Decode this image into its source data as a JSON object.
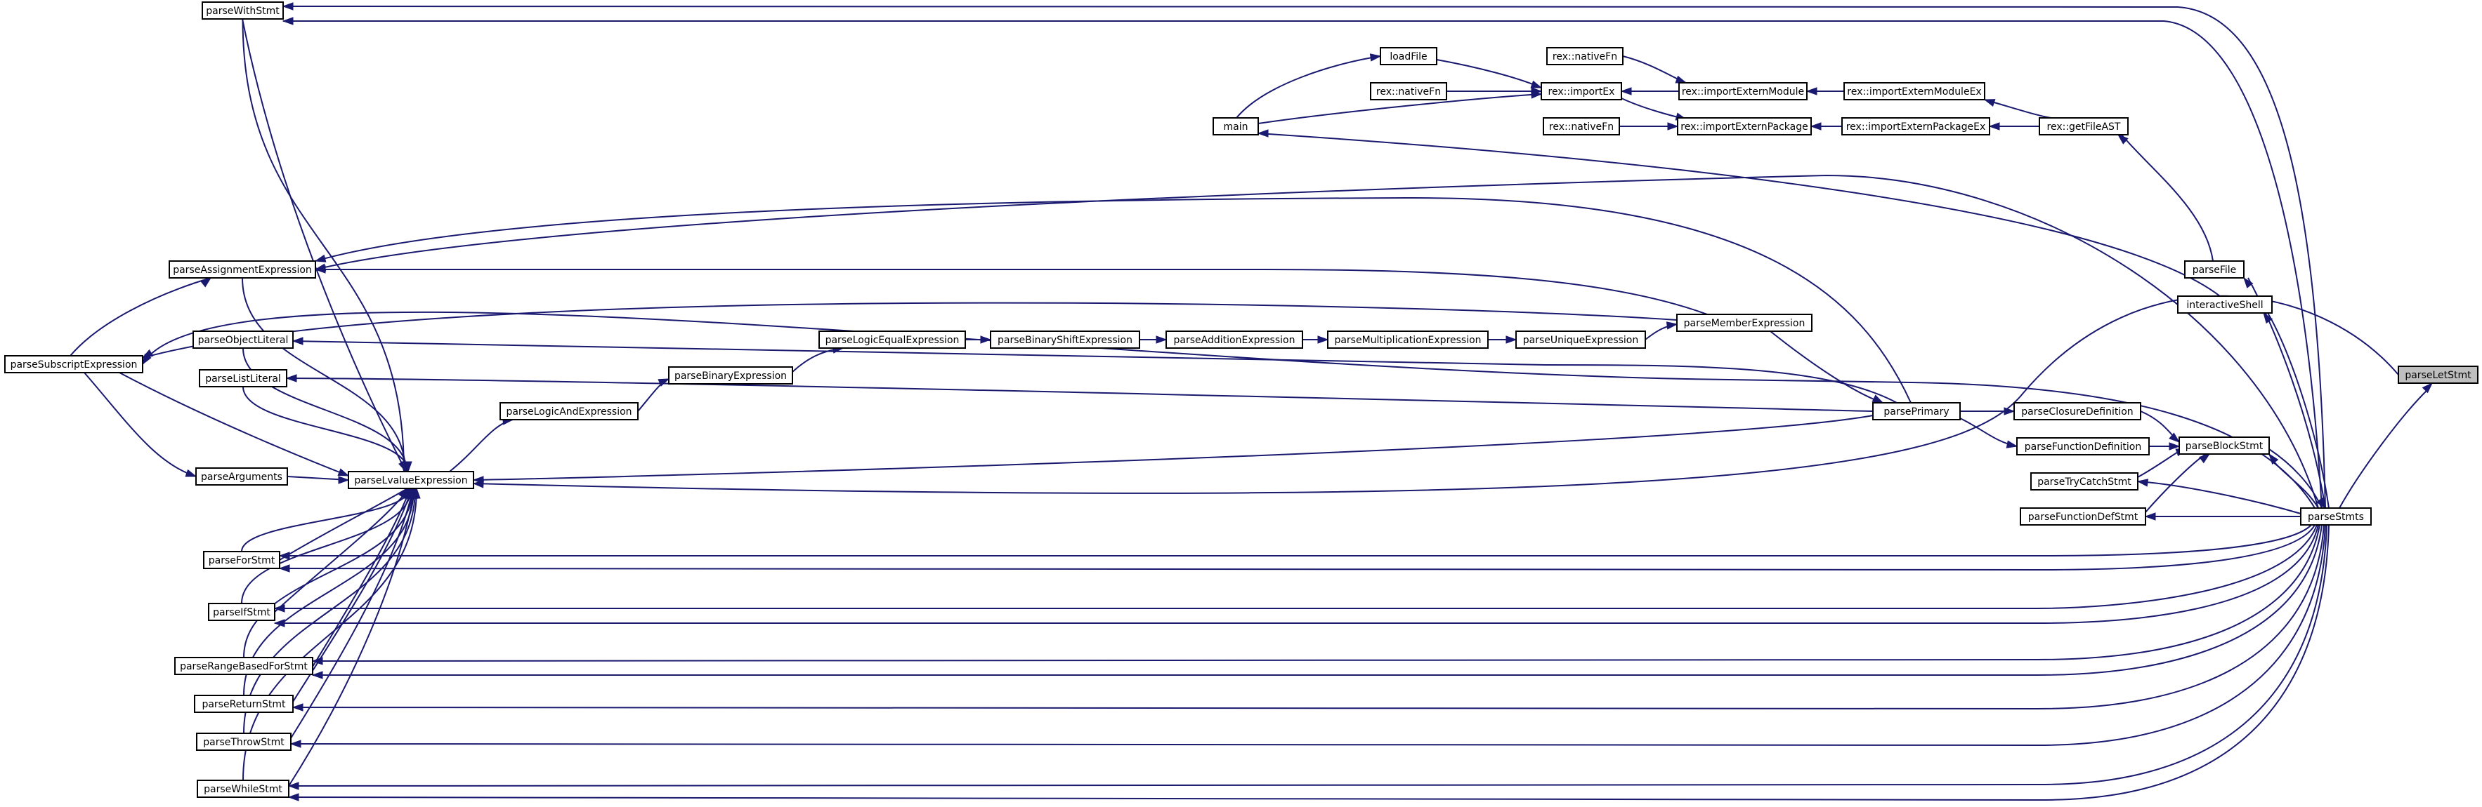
{
  "diagram": {
    "nodes": [
      {
        "id": "parseWithStmt",
        "label": "parseWithStmt"
      },
      {
        "id": "loadFile",
        "label": "loadFile"
      },
      {
        "id": "nativeFn1",
        "label": "rex::nativeFn"
      },
      {
        "id": "nativeFn2",
        "label": "rex::nativeFn"
      },
      {
        "id": "nativeFn3",
        "label": "rex::nativeFn"
      },
      {
        "id": "importEx",
        "label": "rex::importEx"
      },
      {
        "id": "importExternModule",
        "label": "rex::importExternModule"
      },
      {
        "id": "importExternModuleEx",
        "label": "rex::importExternModuleEx"
      },
      {
        "id": "importExternPackage",
        "label": "rex::importExternPackage"
      },
      {
        "id": "importExternPackageEx",
        "label": "rex::importExternPackageEx"
      },
      {
        "id": "getFileAST",
        "label": "rex::getFileAST"
      },
      {
        "id": "main",
        "label": "main"
      },
      {
        "id": "parseFile",
        "label": "parseFile"
      },
      {
        "id": "interactiveShell",
        "label": "interactiveShell"
      },
      {
        "id": "parseAssignmentExpression",
        "label": "parseAssignmentExpression"
      },
      {
        "id": "parseSubscriptExpression",
        "label": "parseSubscriptExpression"
      },
      {
        "id": "parseObjectLiteral",
        "label": "parseObjectLiteral"
      },
      {
        "id": "parseListLiteral",
        "label": "parseListLiteral"
      },
      {
        "id": "parseArguments",
        "label": "parseArguments"
      },
      {
        "id": "parseLvalueExpression",
        "label": "parseLvalueExpression"
      },
      {
        "id": "parseLogicAndExpression",
        "label": "parseLogicAndExpression"
      },
      {
        "id": "parseBinaryExpression",
        "label": "parseBinaryExpression"
      },
      {
        "id": "parseLogicEqualExpression",
        "label": "parseLogicEqualExpression"
      },
      {
        "id": "parseBinaryShiftExpression",
        "label": "parseBinaryShiftExpression"
      },
      {
        "id": "parseAdditionExpression",
        "label": "parseAdditionExpression"
      },
      {
        "id": "parseMultiplicationExpression",
        "label": "parseMultiplicationExpression"
      },
      {
        "id": "parseUniqueExpression",
        "label": "parseUniqueExpression"
      },
      {
        "id": "parseMemberExpression",
        "label": "parseMemberExpression"
      },
      {
        "id": "parsePrimary",
        "label": "parsePrimary"
      },
      {
        "id": "parseClosureDefinition",
        "label": "parseClosureDefinition"
      },
      {
        "id": "parseFunctionDefinition",
        "label": "parseFunctionDefinition"
      },
      {
        "id": "parseBlockStmt",
        "label": "parseBlockStmt"
      },
      {
        "id": "parseTryCatchStmt",
        "label": "parseTryCatchStmt"
      },
      {
        "id": "parseFunctionDefStmt",
        "label": "parseFunctionDefStmt"
      },
      {
        "id": "parseStmts",
        "label": "parseStmts"
      },
      {
        "id": "parseLetStmt",
        "label": "parseLetStmt"
      },
      {
        "id": "parseForStmt",
        "label": "parseForStmt"
      },
      {
        "id": "parseIfStmt",
        "label": "parseIfStmt"
      },
      {
        "id": "parseRangeBasedForStmt",
        "label": "parseRangeBasedForStmt"
      },
      {
        "id": "parseReturnStmt",
        "label": "parseReturnStmt"
      },
      {
        "id": "parseThrowStmt",
        "label": "parseThrowStmt"
      },
      {
        "id": "parseWhileStmt",
        "label": "parseWhileStmt"
      }
    ],
    "highlighted_node": "parseLetStmt",
    "colors": {
      "edge": "#191970",
      "node_border": "#000000",
      "node_fill": "#ffffff",
      "highlight_fill": "#bfbfbf",
      "background": "#ffffff"
    }
  }
}
